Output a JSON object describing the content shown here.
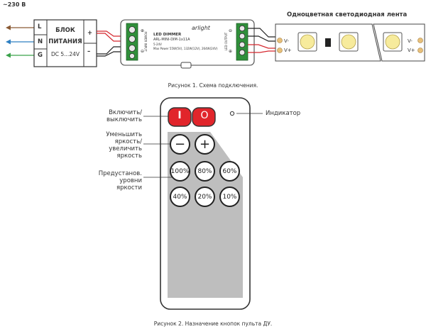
{
  "mains": {
    "voltage": "~230 В"
  },
  "psu": {
    "pins": [
      "L",
      "N",
      "G"
    ],
    "title_1": "БЛОК",
    "title_2": "ПИТАНИЯ",
    "output": "DC 5...24V",
    "plus": "+",
    "minus": "–"
  },
  "dimmer": {
    "brand": "arlight",
    "model": "LED DIMMER",
    "part": "ARL-MINI-DIM-1x11A",
    "spec_1": "5-24V",
    "spec_2": "Max Power 55W(5V), 132W(12V), 264W(24V)",
    "input_label": "POWER INPUT",
    "output_label": "LED OUTPUT"
  },
  "strip": {
    "title": "Одноцветная светодиодная лента",
    "pins_left": [
      "V-",
      "V+"
    ],
    "pins_right": [
      "V-",
      "V+"
    ]
  },
  "captions": {
    "fig1": "Рисунок 1. Схема подключения.",
    "fig2": "Рисунок 2. Назначение кнопок пульта ДУ."
  },
  "remote": {
    "labels": {
      "power": [
        "Включить/",
        "выключить"
      ],
      "brightness": [
        "Уменьшить",
        "яркость/",
        "увеличить",
        "яркость"
      ],
      "presets": [
        "Предустанов.",
        "уровни",
        "яркости"
      ],
      "indicator": "Индикатор"
    },
    "buttons": {
      "on_symbol": "I",
      "off_symbol": "O",
      "minus": "−",
      "plus": "+",
      "row1": [
        "100%",
        "80%",
        "60%"
      ],
      "row2": [
        "40%",
        "20%",
        "10%"
      ]
    }
  },
  "colors": {
    "wire_brown": "#8a5a34",
    "wire_blue": "#2e7fc2",
    "wire_green": "#3aa24a",
    "wire_red": "#d5282f",
    "remote_red": "#e1252b",
    "remote_grey": "#bebebe",
    "terminal_green": "#2f8f3a"
  }
}
